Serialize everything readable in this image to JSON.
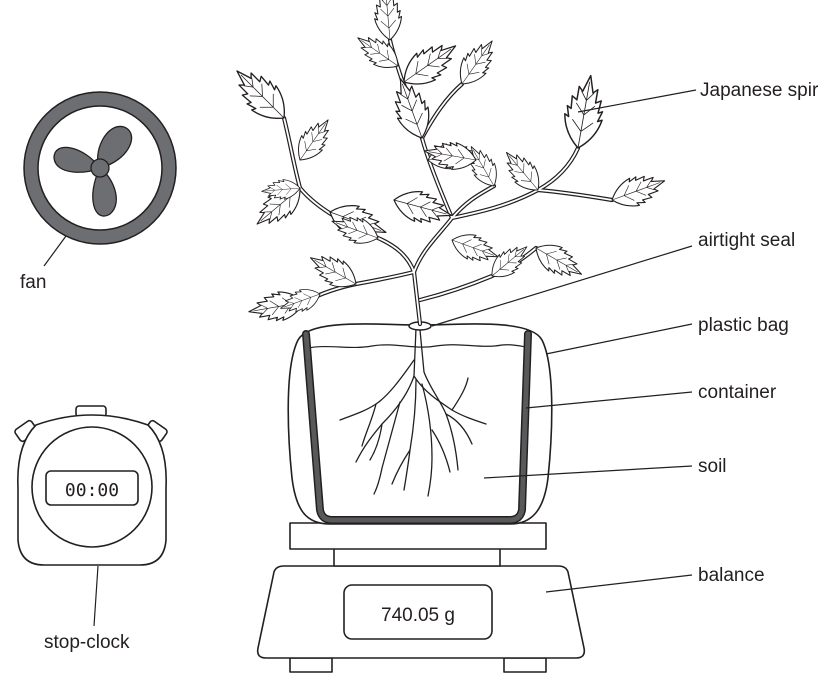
{
  "labels": {
    "plant": "Japanese spir",
    "seal": "airtight seal",
    "bag": "plastic bag",
    "container": "container",
    "soil": "soil",
    "balance": "balance",
    "fan": "fan",
    "stopclock": "stop-clock"
  },
  "balance_reading": "740.05 g",
  "stopclock_display": "00:00",
  "icons": [
    "fan-icon",
    "stopwatch-icon"
  ],
  "colors": {
    "fan_grey": "#6d6e71",
    "outline": "#231f20",
    "container_grey": "#58595b"
  }
}
